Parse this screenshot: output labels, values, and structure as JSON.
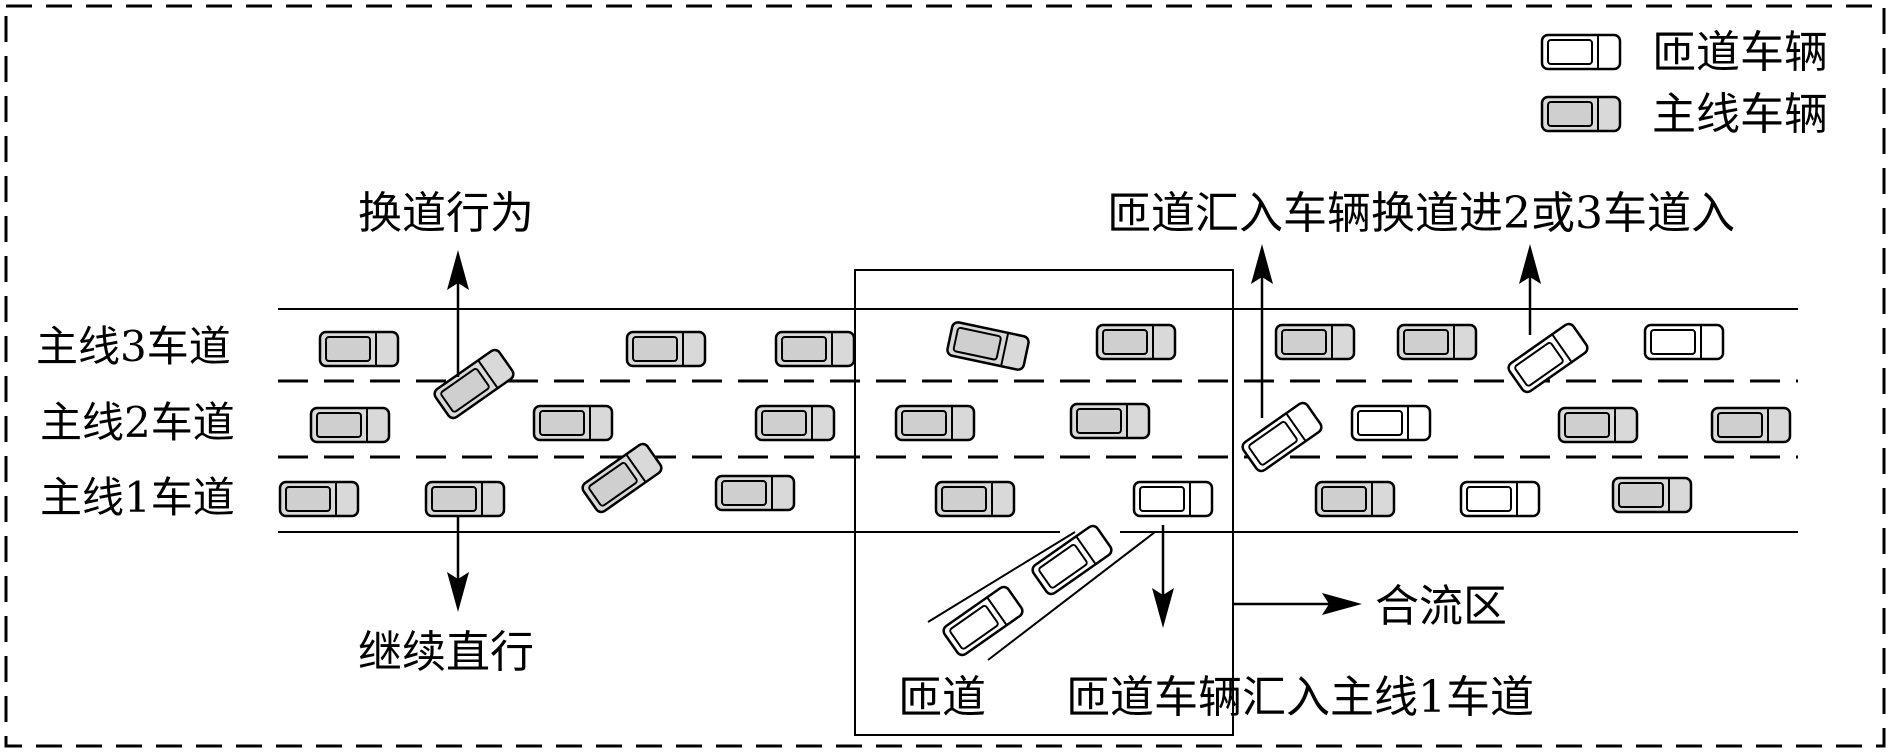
{
  "legend": {
    "ramp_vehicle": "匝道车辆",
    "main_vehicle": "主线车辆"
  },
  "lane_labels": {
    "lane3": "主线3车道",
    "lane2": "主线2车道",
    "lane1": "主线1车道"
  },
  "annotations": {
    "lane_change": "换道行为",
    "go_straight": "继续直行",
    "ramp_change_lane": "匝道汇入车辆换道进2或3车道入",
    "merge_zone": "合流区",
    "ramp": "匝道",
    "ramp_merge_lane1": "匝道车辆汇入主线1车道"
  },
  "colors": {
    "main_vehicle_fill": "#d9d9d9",
    "ramp_vehicle_fill": "#ffffff",
    "line": "#000000"
  }
}
